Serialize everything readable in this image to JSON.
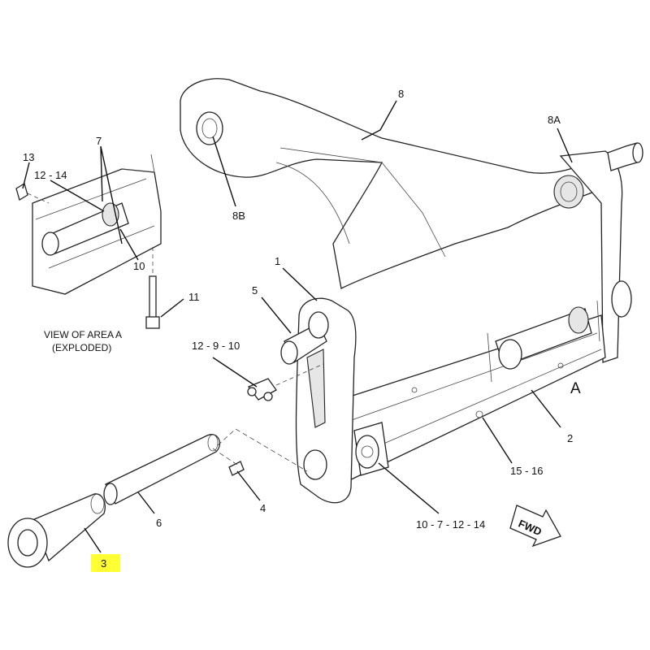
{
  "labels": {
    "p1": "1",
    "p2": "2",
    "p3": "3",
    "p4": "4",
    "p5": "5",
    "p6": "6",
    "p7": "7",
    "p8": "8",
    "p8a": "8A",
    "p8b": "8B",
    "p10": "10",
    "p11": "11",
    "p13": "13",
    "p12_14": "12 - 14",
    "p12_9_10": "12 - 9 - 10",
    "p15_16": "15 - 16",
    "p10_7_12_14": "10 - 7 - 12 - 14"
  },
  "view": {
    "line1": "VIEW OF AREA A",
    "line2": "(EXPLODED)"
  },
  "area_marker": "A",
  "fwd_label": "FWD",
  "colors": {
    "highlight": "#ffff33",
    "line": "#222222"
  }
}
